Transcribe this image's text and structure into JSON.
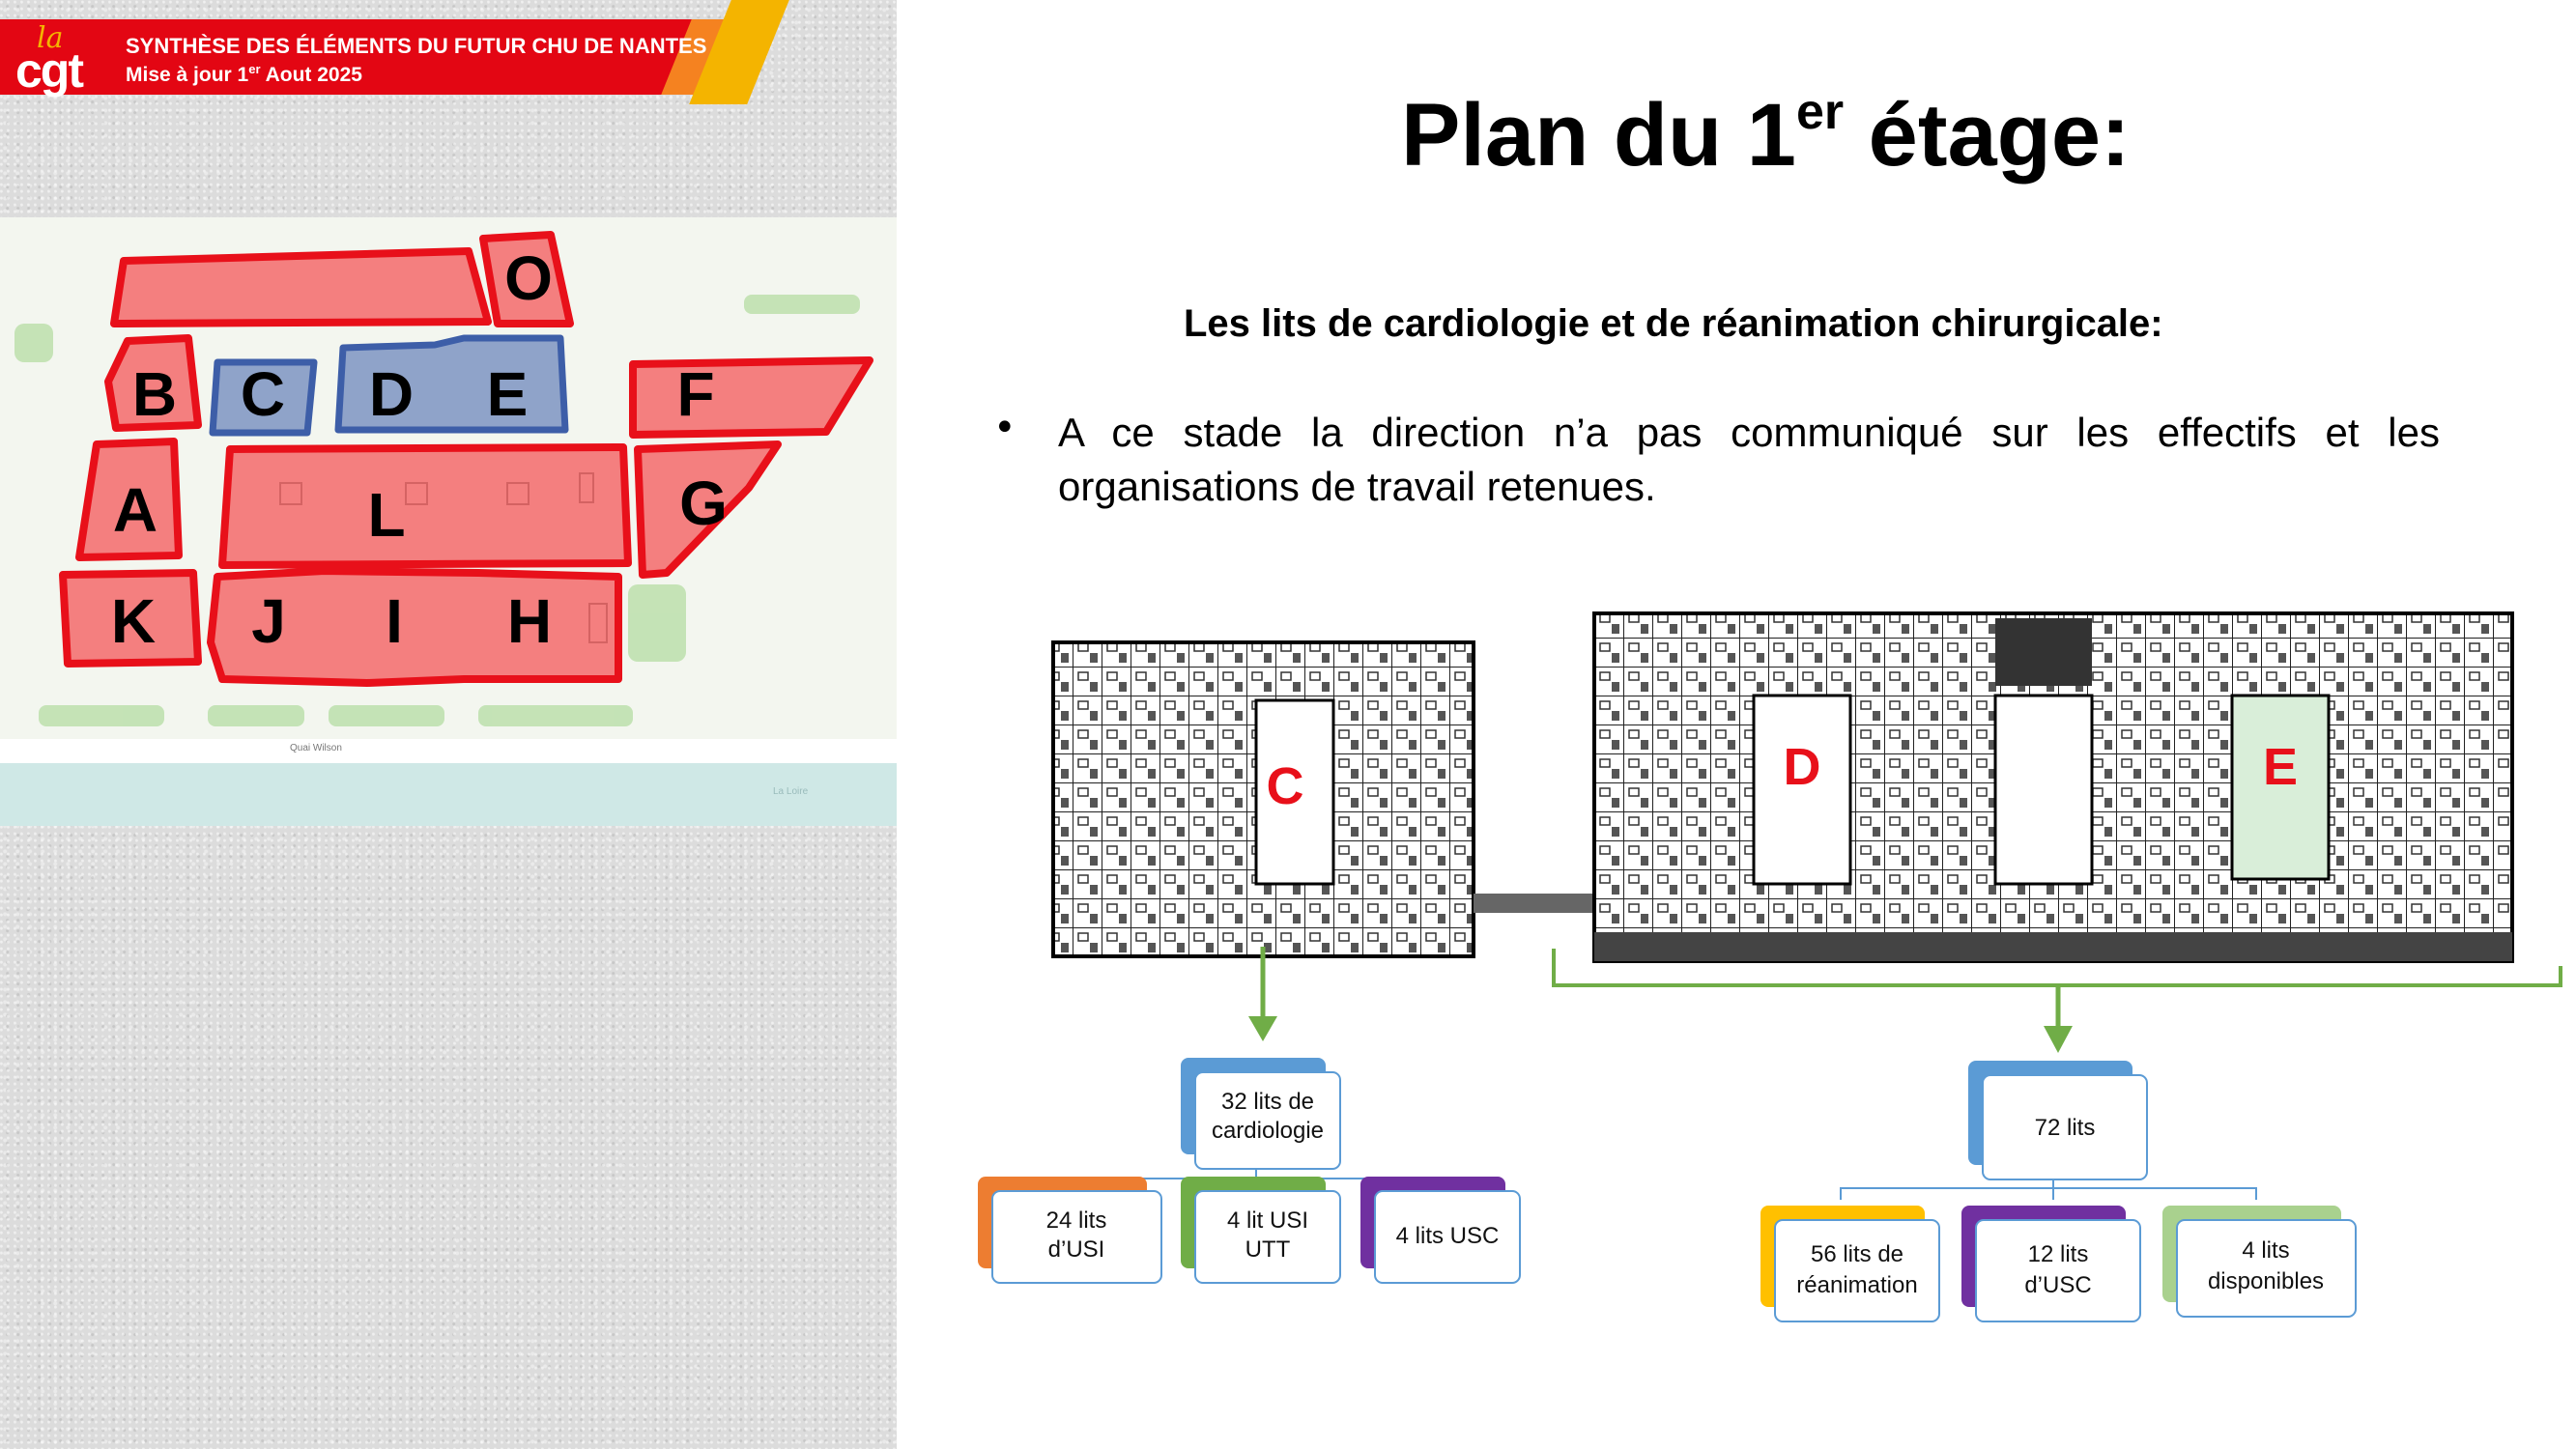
{
  "header": {
    "logo_small": "la",
    "logo_text": "cgt",
    "title": "SYNTHÈSE DES ÉLÉMENTS DU FUTUR CHU DE NANTES",
    "subtitle_prefix": "Mise à jour 1",
    "subtitle_sup": "er",
    "subtitle_suffix": " Aout 2025"
  },
  "site_map": {
    "buildings_red": [
      "O",
      "B",
      "F",
      "A",
      "L",
      "G",
      "K",
      "J",
      "I",
      "H"
    ],
    "buildings_blue": [
      "C",
      "D",
      "E"
    ],
    "street_label": "Quai Wilson",
    "river_label": "La Loire",
    "colors": {
      "red_fill": "#f47f7f",
      "red_border": "#e8101a",
      "blue_fill": "#8fa3c9",
      "blue_border": "#3d5ea8"
    }
  },
  "main": {
    "title_prefix": "Plan du 1",
    "title_sup": "er",
    "title_suffix": " étage:",
    "subtitle": "Les lits de cardiologie et de réanimation chirurgicale:",
    "bullet_symbol": "•",
    "bullet_text": "A ce stade la direction n’a pas communiqué sur les effectifs et les organisations de travail retenues."
  },
  "floor_plan": {
    "labels": [
      "C",
      "D",
      "E"
    ],
    "label_color": "#e8101a"
  },
  "org_chart": {
    "cardio": {
      "root": [
        "32 lits de",
        "cardiologie"
      ],
      "children": [
        {
          "lines": [
            "24 lits",
            "d’USI"
          ],
          "accent": "#ed7d31"
        },
        {
          "lines": [
            "4 lit USI",
            "UTT"
          ],
          "accent": "#70ad47"
        },
        {
          "lines": [
            "4 lits USC"
          ],
          "accent": "#7030a0"
        }
      ]
    },
    "rea": {
      "root": [
        "72 lits"
      ],
      "children": [
        {
          "lines": [
            "56 lits de",
            "réanimation"
          ],
          "accent": "#ffc000"
        },
        {
          "lines": [
            "12 lits",
            "d’USC"
          ],
          "accent": "#7030a0"
        },
        {
          "lines": [
            "4 lits",
            "disponibles"
          ],
          "accent": "#a9d18e"
        }
      ]
    },
    "colors": {
      "root_accent": "#5b9bd5",
      "arrow": "#70ad47",
      "connector": "#5b9bd5"
    }
  }
}
